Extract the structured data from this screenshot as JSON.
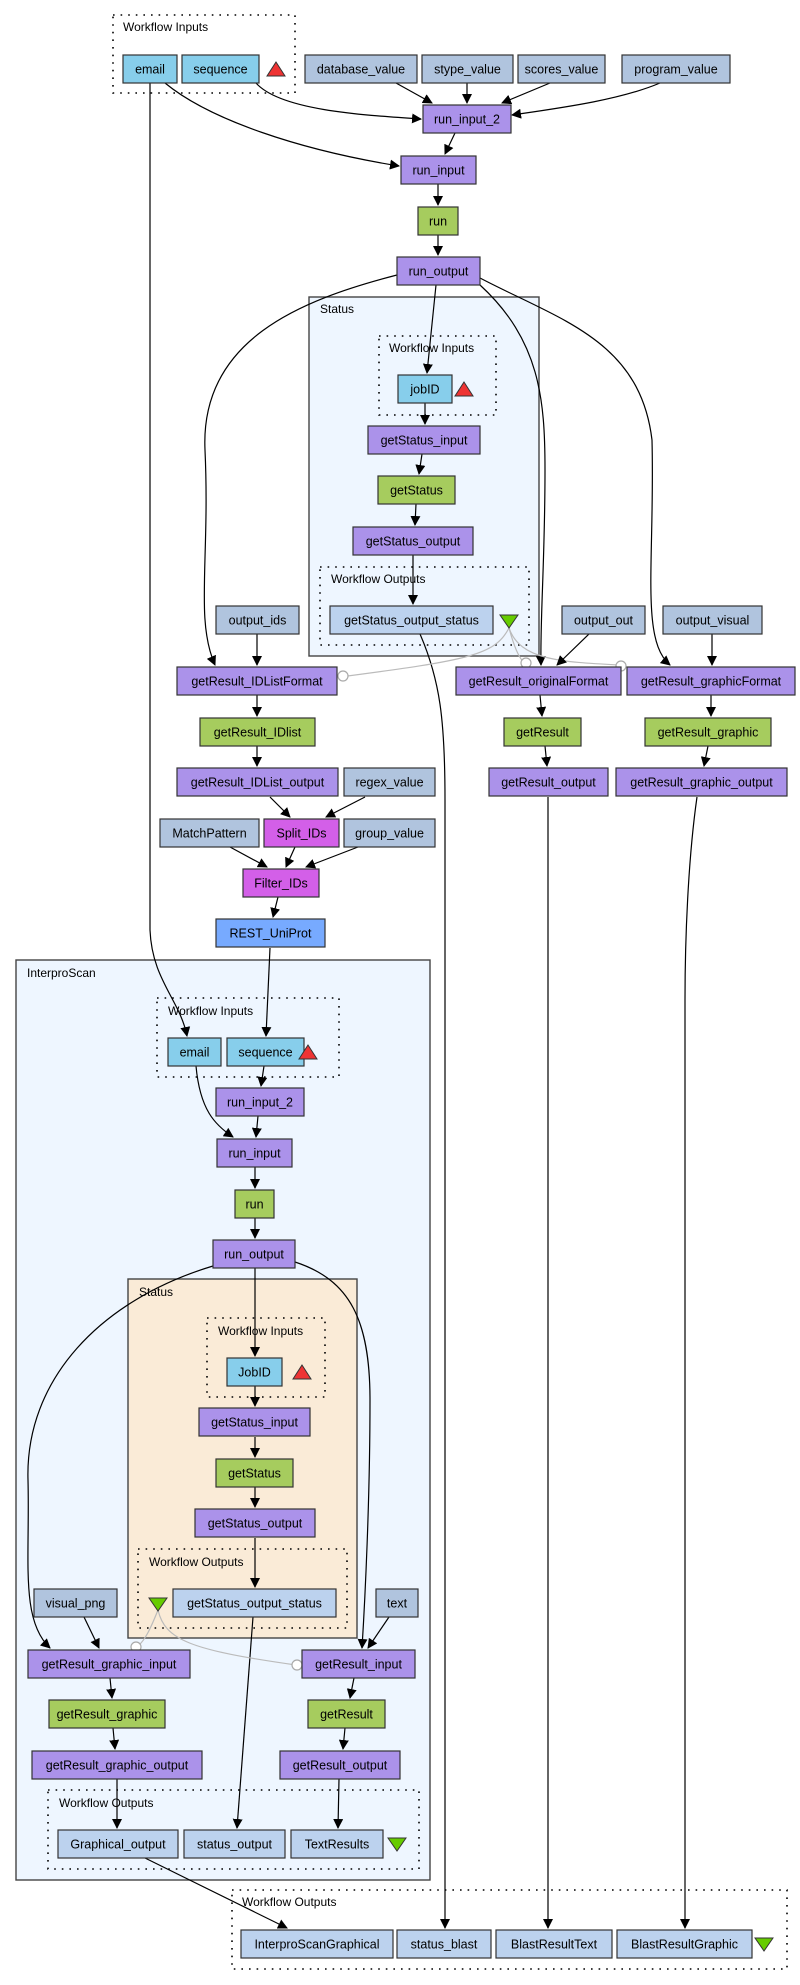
{
  "diagram": {
    "clusters": {
      "top_inputs": "Workflow Inputs",
      "status_top": "Status",
      "status_top_inputs": "Workflow Inputs",
      "status_top_outputs": "Workflow Outputs",
      "interproscan": "InterproScan",
      "ips_inputs": "Workflow Inputs",
      "ips_status": "Status",
      "ips_status_inputs": "Workflow Inputs",
      "ips_status_outputs": "Workflow Outputs",
      "ips_outputs": "Workflow Outputs",
      "main_outputs": "Workflow Outputs"
    },
    "nodes": {
      "email": "email",
      "sequence": "sequence",
      "database_value": "database_value",
      "stype_value": "stype_value",
      "scores_value": "scores_value",
      "program_value": "program_value",
      "run_input_2": "run_input_2",
      "run_input": "run_input",
      "run": "run",
      "run_output": "run_output",
      "st_jobID": "jobID",
      "st_getStatus_input": "getStatus_input",
      "st_getStatus": "getStatus",
      "st_getStatus_output": "getStatus_output",
      "st_getStatus_output_status": "getStatus_output_status",
      "output_ids": "output_ids",
      "output_out": "output_out",
      "output_visual": "output_visual",
      "getResult_IDListFormat": "getResult_IDListFormat",
      "getResult_originalFormat": "getResult_originalFormat",
      "getResult_graphicFormat": "getResult_graphicFormat",
      "getResult_IDlist": "getResult_IDlist",
      "getResult": "getResult",
      "getResult_graphic": "getResult_graphic",
      "getResult_IDList_output": "getResult_IDList_output",
      "regex_value": "regex_value",
      "getResult_output": "getResult_output",
      "getResult_graphic_output": "getResult_graphic_output",
      "MatchPattern": "MatchPattern",
      "Split_IDs": "Split_IDs",
      "group_value": "group_value",
      "Filter_IDs": "Filter_IDs",
      "REST_UniProt": "REST_UniProt",
      "ips_email": "email",
      "ips_sequence": "sequence",
      "ips_run_input_2": "run_input_2",
      "ips_run_input": "run_input",
      "ips_run": "run",
      "ips_run_output": "run_output",
      "ips_JobID": "JobID",
      "ips_getStatus_input": "getStatus_input",
      "ips_getStatus": "getStatus",
      "ips_getStatus_output": "getStatus_output",
      "ips_getStatus_output_status": "getStatus_output_status",
      "visual_png": "visual_png",
      "text": "text",
      "ips_getResult_graphic_input": "getResult_graphic_input",
      "ips_getResult_input": "getResult_input",
      "ips_getResult_graphic": "getResult_graphic",
      "ips_getResult": "getResult",
      "ips_getResult_graphic_output": "getResult_graphic_output",
      "ips_getResult_output": "getResult_output",
      "ips_Graphical_output": "Graphical_output",
      "ips_status_output": "status_output",
      "ips_TextResults": "TextResults",
      "InterproScanGraphical": "InterproScanGraphical",
      "status_blast": "status_blast",
      "BlastResultText": "BlastResultText",
      "BlastResultGraphic": "BlastResultGraphic"
    },
    "icons": {
      "inputs_marker": "red-up-triangle",
      "outputs_marker": "green-down-triangle"
    },
    "colors": {
      "processor": "#ab92ea",
      "beanshell": "#a6cc5e",
      "workflow_input": "#87ceeb",
      "string_constant": "#b0c4de",
      "workflow_output": "#bcd2ee",
      "local_worker": "#d35fe8",
      "rest_service": "#77aaff",
      "nested_cluster": "#eef6ff",
      "inner_status_cluster": "#faebd7"
    }
  }
}
